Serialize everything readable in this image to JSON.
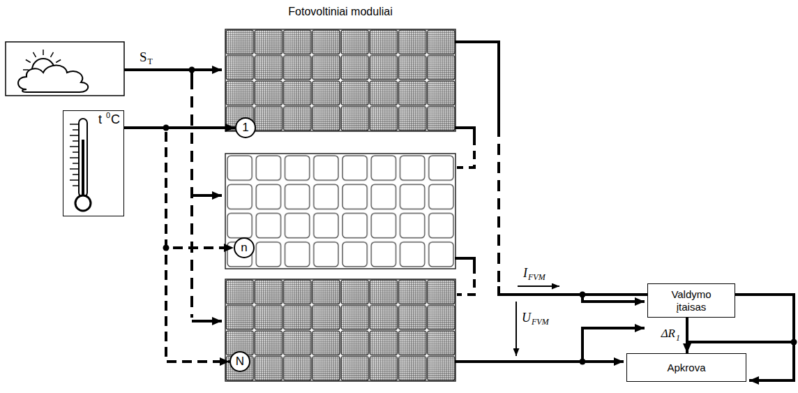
{
  "diagram": {
    "title": "Fotovoltiniai moduliai",
    "nodes": [
      {
        "text": [
          "t",
          "0",
          "C"
        ]
      },
      {
        "text": [
          "1"
        ]
      },
      {
        "text": [
          "n"
        ]
      },
      {
        "text": [
          "N"
        ]
      },
      {
        "text": [
          "Valdymo įtaisas"
        ]
      },
      {
        "text": [
          "Apkrova"
        ]
      }
    ],
    "edges": [
      {
        "from": 0,
        "to": 1,
        "arrow": "to"
      },
      {
        "from": 0,
        "to": 2,
        "arrow": "to"
      },
      {
        "from": 0,
        "to": 3,
        "arrow": "to"
      },
      {
        "from": 4,
        "to": 5,
        "label": "ΔR",
        "arrow": "to"
      }
    ],
    "labels": [
      "S",
      "T",
      "I",
      "FVM",
      "U",
      "FVM",
      "1"
    ]
  }
}
